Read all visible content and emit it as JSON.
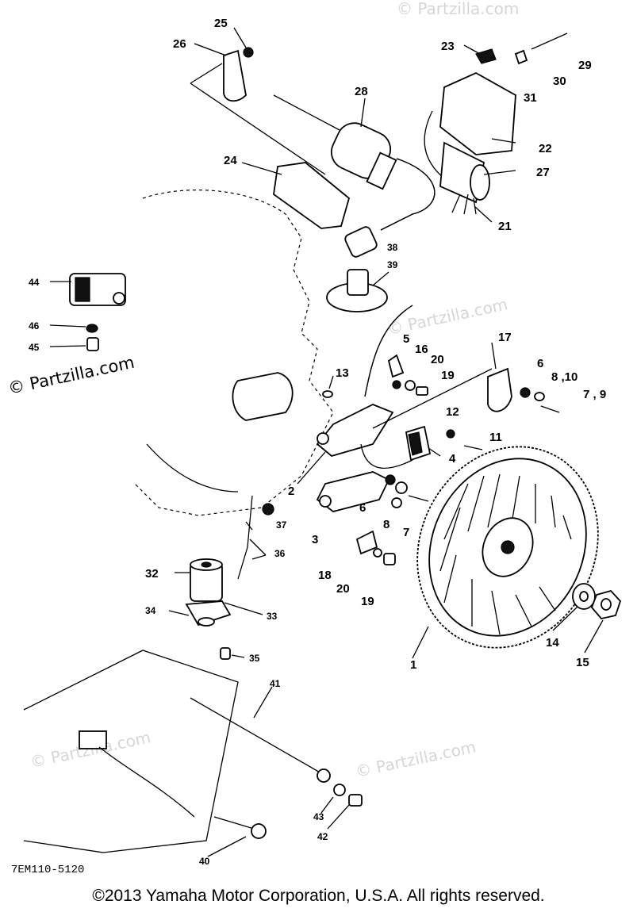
{
  "diagram": {
    "callouts": [
      {
        "id": "c25",
        "label": "25"
      },
      {
        "id": "c26",
        "label": "26"
      },
      {
        "id": "c28",
        "label": "28"
      },
      {
        "id": "c23",
        "label": "23"
      },
      {
        "id": "c29",
        "label": "29"
      },
      {
        "id": "c30",
        "label": "30"
      },
      {
        "id": "c31",
        "label": "31"
      },
      {
        "id": "c22",
        "label": "22"
      },
      {
        "id": "c27",
        "label": "27"
      },
      {
        "id": "c21",
        "label": "21"
      },
      {
        "id": "c24",
        "label": "24"
      },
      {
        "id": "c38",
        "label": "38"
      },
      {
        "id": "c39",
        "label": "39"
      },
      {
        "id": "c44",
        "label": "44"
      },
      {
        "id": "c46",
        "label": "46"
      },
      {
        "id": "c45",
        "label": "45"
      },
      {
        "id": "c5",
        "label": "5"
      },
      {
        "id": "c16",
        "label": "16"
      },
      {
        "id": "c20a",
        "label": "20"
      },
      {
        "id": "c17",
        "label": "17"
      },
      {
        "id": "c19a",
        "label": "19"
      },
      {
        "id": "c13",
        "label": "13"
      },
      {
        "id": "c6a",
        "label": "6"
      },
      {
        "id": "c810",
        "label": "8 ,10"
      },
      {
        "id": "c79",
        "label": "7 , 9"
      },
      {
        "id": "c12",
        "label": "12"
      },
      {
        "id": "c11",
        "label": "11"
      },
      {
        "id": "c4",
        "label": "4"
      },
      {
        "id": "c2",
        "label": "2"
      },
      {
        "id": "c6b",
        "label": "6"
      },
      {
        "id": "c8",
        "label": "8"
      },
      {
        "id": "c7",
        "label": "7"
      },
      {
        "id": "c3",
        "label": "3"
      },
      {
        "id": "c37",
        "label": "37"
      },
      {
        "id": "c36",
        "label": "36"
      },
      {
        "id": "c32",
        "label": "32"
      },
      {
        "id": "c18",
        "label": "18"
      },
      {
        "id": "c20b",
        "label": "20"
      },
      {
        "id": "c19b",
        "label": "19"
      },
      {
        "id": "c34",
        "label": "34"
      },
      {
        "id": "c33",
        "label": "33"
      },
      {
        "id": "c35",
        "label": "35"
      },
      {
        "id": "c14",
        "label": "14"
      },
      {
        "id": "c15",
        "label": "15"
      },
      {
        "id": "c1",
        "label": "1"
      },
      {
        "id": "c41",
        "label": "41"
      },
      {
        "id": "c43",
        "label": "43"
      },
      {
        "id": "c42",
        "label": "42"
      },
      {
        "id": "c40",
        "label": "40"
      }
    ],
    "watermark": "© Partzilla.com",
    "drawing_code": "7EM110-5120"
  },
  "footer": {
    "copyright": "©2013  Yamaha Motor Corporation, U.S.A. All rights reserved."
  }
}
